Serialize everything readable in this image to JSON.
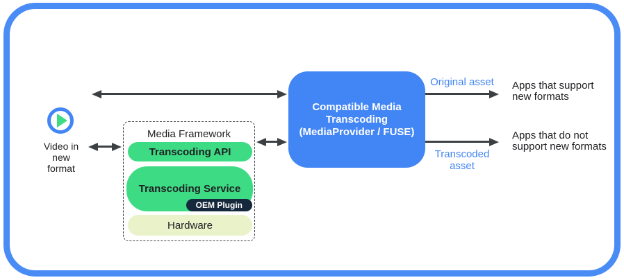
{
  "colors": {
    "border_blue": "#4a8cf5",
    "box_blue": "#4285f4",
    "label_blue": "#4285f4",
    "green": "#3ddc84",
    "hardware_cream": "#e9f2c9",
    "oem_navy": "#16283c",
    "arrow_gray": "#3c4043",
    "text": "#202124"
  },
  "source": {
    "icon": "play-icon",
    "label_lines": [
      "Video in",
      "new",
      "format"
    ]
  },
  "media_framework": {
    "title": "Media Framework",
    "api_label": "Transcoding API",
    "service_label": "Transcoding Service",
    "plugin_label": "OEM Plugin",
    "hardware_label": "Hardware"
  },
  "transcoding_box": {
    "lines": [
      "Compatible Media",
      "Transcoding",
      "(MediaProvider / FUSE)"
    ]
  },
  "outputs": {
    "original": {
      "asset_label": "Original asset",
      "target_lines": [
        "Apps that support",
        "new formats"
      ]
    },
    "transcoded": {
      "asset_label": "Transcoded asset",
      "target_lines": [
        "Apps that do not",
        "support new formats"
      ]
    }
  }
}
